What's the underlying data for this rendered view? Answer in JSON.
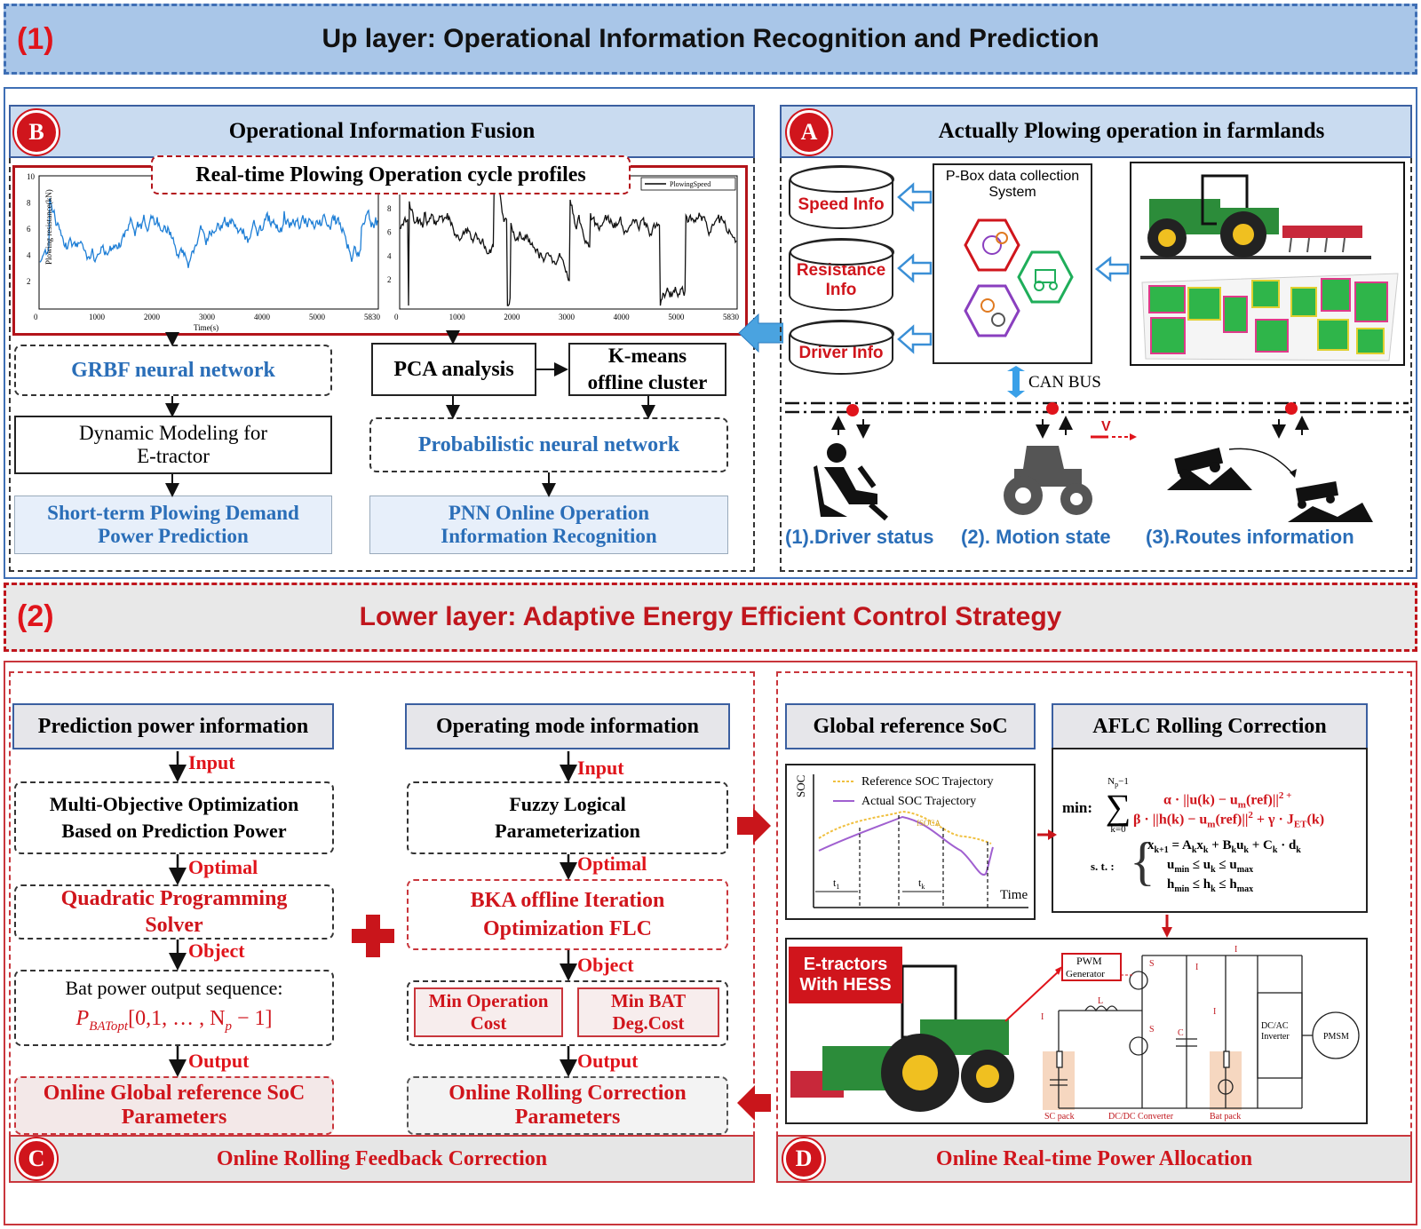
{
  "up_layer": {
    "number": "(1)",
    "title": "Up layer: Operational Information Recognition and Prediction"
  },
  "lower_layer": {
    "number": "(2)",
    "title": "Lower layer: Adaptive Energy Efficient Control Strategy"
  },
  "panel_b": {
    "badge": "B",
    "title": "Operational Information Fusion",
    "profiles_title": "Real-time Plowing Operation cycle profiles",
    "legend": "PlowingSpeed",
    "ylabel": "Plowing resistance(kN)",
    "xlabel": "Time(s)",
    "left_xticks": [
      "0",
      "1000",
      "2000",
      "3000",
      "4000",
      "5000",
      "5830"
    ],
    "right_xticks": [
      "0",
      "1000",
      "2000",
      "3000",
      "4000",
      "5000",
      "5830"
    ],
    "left_yticks": [
      "10",
      "8",
      "6",
      "4",
      "2"
    ],
    "right_yticks": [
      "8",
      "6",
      "4",
      "2"
    ],
    "grbf": "GRBF neural network",
    "pca": "PCA analysis",
    "kmeans_1": "K-means",
    "kmeans_2": "offline cluster",
    "dyn_1": "Dynamic Modeling for",
    "dyn_2": "E-tractor",
    "pnn": "Probabilistic neural network",
    "short_1": "Short-term Plowing Demand",
    "short_2": "Power Prediction",
    "pnn_online_1": "PNN Online Operation",
    "pnn_online_2": "Information Recognition"
  },
  "panel_a": {
    "badge": "A",
    "title": "Actually Plowing operation in farmlands",
    "speed": "Speed Info",
    "resistance_1": "Resistance",
    "resistance_2": "Info",
    "driver": "Driver Info",
    "pbox_1": "P-Box data collection",
    "pbox_2": "System",
    "canbus": "CAN BUS",
    "v": "V",
    "driver_status": "(1).Driver status",
    "motion_state": "(2). Motion state",
    "routes": "(3).Routes information"
  },
  "panel_c": {
    "badge": "C",
    "footer": "Online Rolling Feedback Correction",
    "pred_power": "Prediction power information",
    "op_mode": "Operating mode information",
    "input": "Input",
    "optimal": "Optimal",
    "object": "Object",
    "output": "Output",
    "moo_1": "Multi-Objective Optimization",
    "moo_2": "Based on Prediction Power",
    "qp_1": "Quadratic Programming",
    "qp_2": "Solver",
    "bat_seq": "Bat power output sequence:",
    "bat_formula": "P",
    "bat_sub": "BATopt",
    "bat_range": "[0,1, … , N",
    "bat_range_sub": "p",
    "bat_end": " − 1]",
    "global_1": "Online Global reference SoC",
    "global_2": "Parameters",
    "fuzzy_1": "Fuzzy Logical",
    "fuzzy_2": "Parameterization",
    "bka_1": "BKA offline Iteration",
    "bka_2": "Optimization FLC",
    "min_op_1": "Min Operation",
    "min_op_2": "Cost",
    "min_bat_1": "Min BAT",
    "min_bat_2": "Deg.Cost",
    "rolling_1": "Online Rolling Correction",
    "rolling_2": "Parameters"
  },
  "panel_d": {
    "badge": "D",
    "footer": "Online Real-time Power Allocation",
    "global_soc": "Global reference SoC",
    "aflc": "AFLC Rolling Correction",
    "soc_label": "SOC",
    "time_label": "Time",
    "ref_traj": "Reference SOC Trajectory",
    "act_traj": "Actual SOC Trajectory",
    "t1": "t",
    "t1_sub": "1",
    "tk": "t",
    "tk_sub": "k",
    "fsoca": "fSOCA",
    "min": "min:",
    "sum_top": "N",
    "sum_top_sub": "p",
    "sum_top_end": "−1",
    "sum_bottom": "k=0",
    "obj_1": "α · ||u(k) − u",
    "obj_1b": "(ref)||",
    "obj_1c": "2 +",
    "obj_2": "β · ||h(k) − u",
    "obj_2b": "(ref)||",
    "obj_2c": "2",
    "obj_2d": " + γ · J",
    "obj_2e": "(k)",
    "sub_m": "m",
    "sub_et": "ET",
    "st": "s. t. :",
    "c1": "x",
    "c1_a": "k+1",
    "c1_b": " = A",
    "c1_c": "x",
    "c1_d": " + B",
    "c1_e": "u",
    "c1_f": " + C",
    "c1_g": " · d",
    "sub_k": "k",
    "c2": "u",
    "c2_a": "min",
    "c2_b": " ≤ u",
    "c2_c": " ≤ u",
    "c2_d": "max",
    "c3": "h",
    "c3_b": " ≤ h",
    "c3_c": " ≤ h",
    "etractor_1": "E-tractors",
    "etractor_2": "With HESS",
    "pwm_1": "PWM",
    "pwm_2": "Generator",
    "dcac_1": "DC/AC",
    "dcac_2": "Inverter",
    "pmsm": "PMSM",
    "sc_pack": "SC pack",
    "dcdc": "DC/DC Converter",
    "bat_pack": "Bat pack",
    "l": "L",
    "c": "C",
    "s1": "S",
    "s2": "S",
    "isc": "I",
    "ib": "I",
    "ic": "I",
    "ibus": "I"
  },
  "colors": {
    "red": "#d0151c",
    "blue": "#2a6eb8",
    "banner_blue": "#a9c6e8",
    "gray": "#e8e8e8"
  }
}
